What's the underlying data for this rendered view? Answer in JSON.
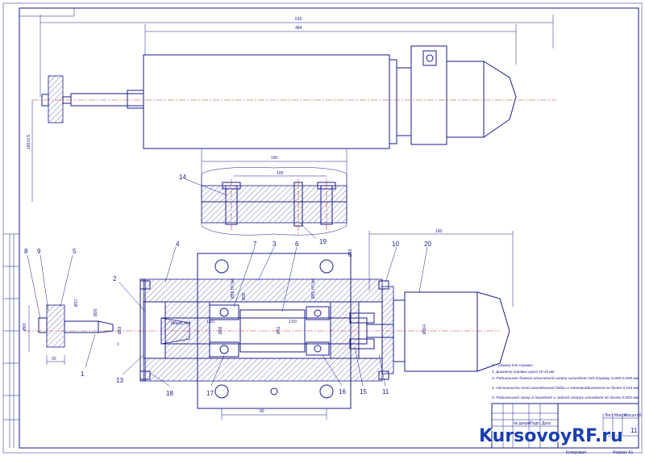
{
  "dimensions": {
    "total_length": "616",
    "motor_length": "484",
    "vertical_offset": "160±0.5",
    "clamp_width": "190",
    "bolt_spacing": "105",
    "drive_width": "190",
    "base_spacing": "90",
    "shaft_dia": "Ø17",
    "spindle_dia": "Ø15",
    "bore_dia_left": "Ø20",
    "bore_dia_mid": "Ø51",
    "small_dia": "Ø33",
    "flange_dia": "Ø63",
    "motor_dia": "Ø114",
    "wheel_width": "20",
    "wheel_offset": "1",
    "bearing_left": "Ø36",
    "bearing_right": "Ø35",
    "fit_left": "Ø55 Н7/js6",
    "fit_right": "Ø55 Н7/js6",
    "taper_label": "Морзе №3",
    "ratio_left": "1:50",
    "ratio_right": "1:50"
  },
  "callouts": [
    "1",
    "2",
    "3",
    "4",
    "5",
    "6",
    "7",
    "8",
    "9",
    "10",
    "11",
    "13",
    "14",
    "15",
    "16",
    "17",
    "18",
    "19",
    "20"
  ],
  "notes": [
    "1. * размер для справок",
    "2. Диаметр оправки круга 10-15 мм",
    "3. Радиальное биение конической шейки шпинделя под оправку 0,005-0,008 мм",
    "4. Несоосность осей шпиндельной бабки и электродвигателя не более 0,015 мм",
    "5. Радиальный зазор в передней и задней опорах шпинделя не более 0,003 мм"
  ],
  "title_block": {
    "sheet": "11",
    "col_sheet": "Лист",
    "col_mass": "Масса",
    "col_scale": "Масштаб",
    "col_doc": "№ докум.",
    "col_sign": "Подп.",
    "col_date": "Дата",
    "copied": "Копировал",
    "format": "Формат A1"
  },
  "watermark": "KursovoyRF.ru"
}
